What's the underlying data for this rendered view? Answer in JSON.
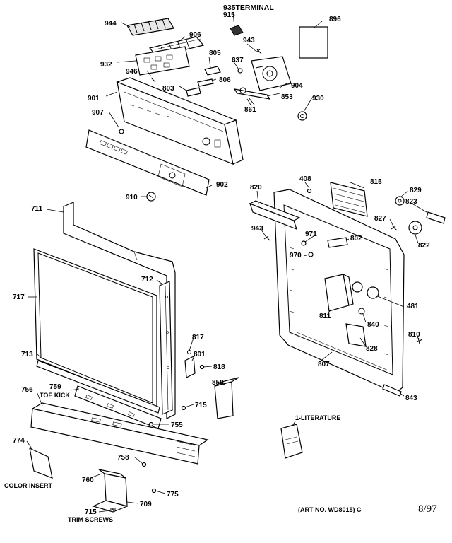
{
  "callouts": [
    {
      "id": "c935",
      "text": "935TERMINAL"
    },
    {
      "id": "c915",
      "text": "915"
    },
    {
      "id": "c896",
      "text": "896"
    },
    {
      "id": "c944",
      "text": "944"
    },
    {
      "id": "c906",
      "text": "906"
    },
    {
      "id": "c943a",
      "text": "943"
    },
    {
      "id": "c805",
      "text": "805"
    },
    {
      "id": "c837",
      "text": "837"
    },
    {
      "id": "c932",
      "text": "932"
    },
    {
      "id": "c946",
      "text": "946"
    },
    {
      "id": "c806",
      "text": "806"
    },
    {
      "id": "c904",
      "text": "904"
    },
    {
      "id": "c803",
      "text": "803"
    },
    {
      "id": "c853",
      "text": "853"
    },
    {
      "id": "c901",
      "text": "901"
    },
    {
      "id": "c930",
      "text": "930"
    },
    {
      "id": "c861",
      "text": "861"
    },
    {
      "id": "c907",
      "text": "907"
    },
    {
      "id": "c408",
      "text": "408"
    },
    {
      "id": "c815",
      "text": "815"
    },
    {
      "id": "c820",
      "text": "820"
    },
    {
      "id": "c902",
      "text": "902"
    },
    {
      "id": "c829",
      "text": "829"
    },
    {
      "id": "c910",
      "text": "910"
    },
    {
      "id": "c823",
      "text": "823"
    },
    {
      "id": "c711",
      "text": "711"
    },
    {
      "id": "c827",
      "text": "827"
    },
    {
      "id": "c943b",
      "text": "943"
    },
    {
      "id": "c971",
      "text": "971"
    },
    {
      "id": "c802",
      "text": "802"
    },
    {
      "id": "c822",
      "text": "822"
    },
    {
      "id": "c970",
      "text": "970"
    },
    {
      "id": "c712",
      "text": "712"
    },
    {
      "id": "c717",
      "text": "717"
    },
    {
      "id": "c481",
      "text": "481"
    },
    {
      "id": "c811",
      "text": "811"
    },
    {
      "id": "c840",
      "text": "840"
    },
    {
      "id": "c810",
      "text": "810"
    },
    {
      "id": "c817",
      "text": "817"
    },
    {
      "id": "c828",
      "text": "828"
    },
    {
      "id": "c713",
      "text": "713"
    },
    {
      "id": "c801",
      "text": "801"
    },
    {
      "id": "c807",
      "text": "807"
    },
    {
      "id": "c818",
      "text": "818"
    },
    {
      "id": "c850",
      "text": "850"
    },
    {
      "id": "c756",
      "text": "756"
    },
    {
      "id": "c759",
      "text": "759"
    },
    {
      "id": "c843",
      "text": "843"
    },
    {
      "id": "c715a",
      "text": "715"
    },
    {
      "id": "c755",
      "text": "755"
    },
    {
      "id": "c774",
      "text": "774"
    },
    {
      "id": "c758",
      "text": "758"
    },
    {
      "id": "c760",
      "text": "760"
    },
    {
      "id": "c775",
      "text": "775"
    },
    {
      "id": "c709",
      "text": "709"
    },
    {
      "id": "c715b",
      "text": "715"
    }
  ],
  "labels": {
    "toe_kick": "TOE KICK",
    "color_insert": "COLOR INSERT",
    "trim_screws": "TRIM SCREWS",
    "literature": "1-LITERATURE",
    "art_no": "(ART NO. WD8015) C",
    "date": "8/97"
  }
}
